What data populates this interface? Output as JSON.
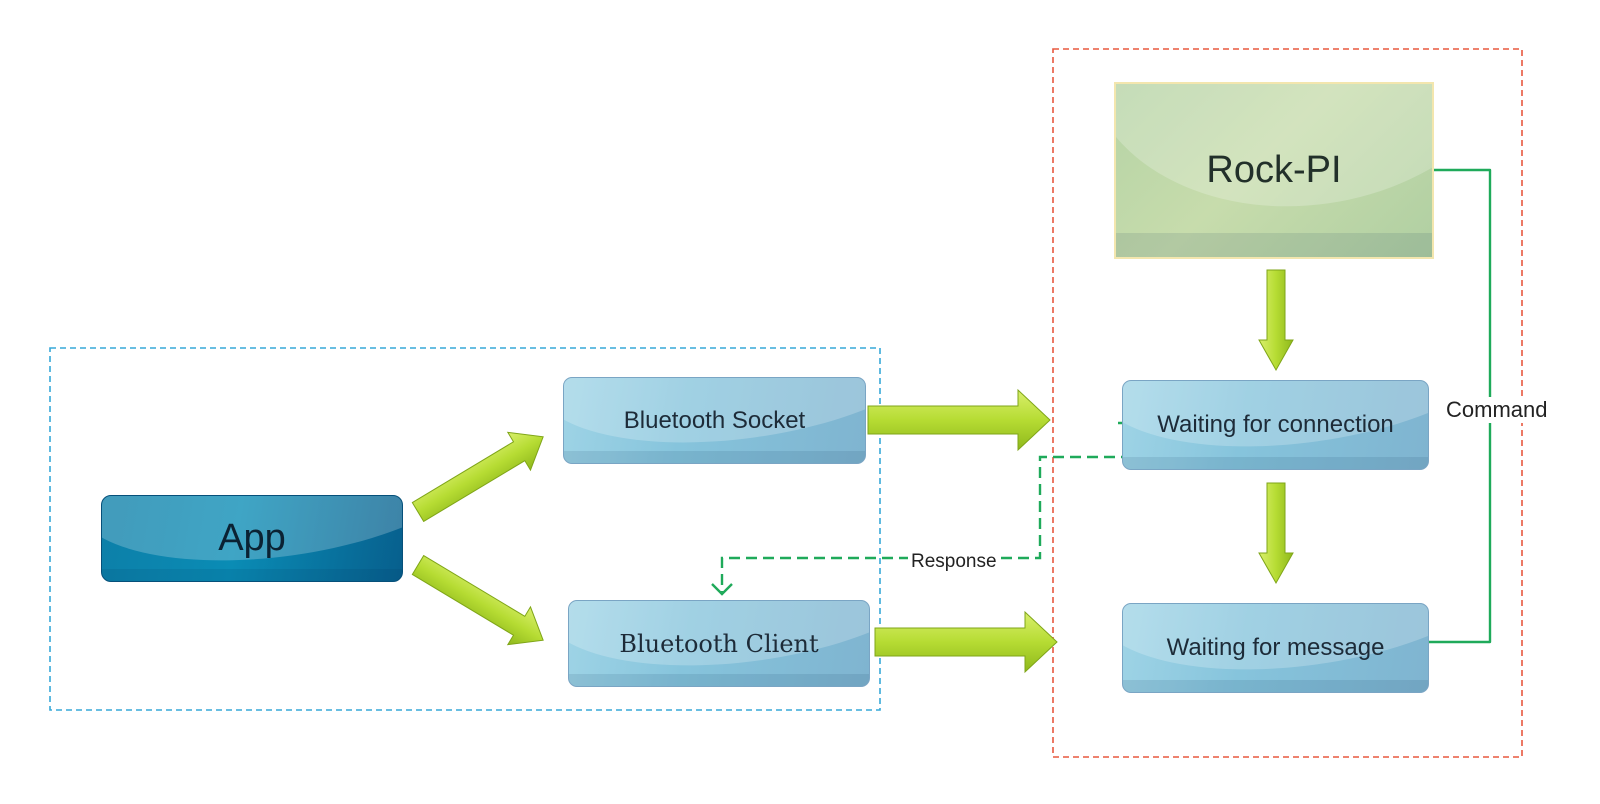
{
  "nodes": {
    "app": "App",
    "socket": "Bluetooth Socket",
    "client": "Bluetooth Client",
    "rockpi": "Rock-PI",
    "wait_connection": "Waiting for connection",
    "wait_message": "Waiting for message"
  },
  "edges": {
    "command": "Command",
    "response": "Response"
  },
  "colors": {
    "app_group_border": "#37a8d8",
    "pi_group_border": "#e8583f",
    "flow_arrow": "#a9d22a",
    "signal_line": "#1faa5a"
  }
}
